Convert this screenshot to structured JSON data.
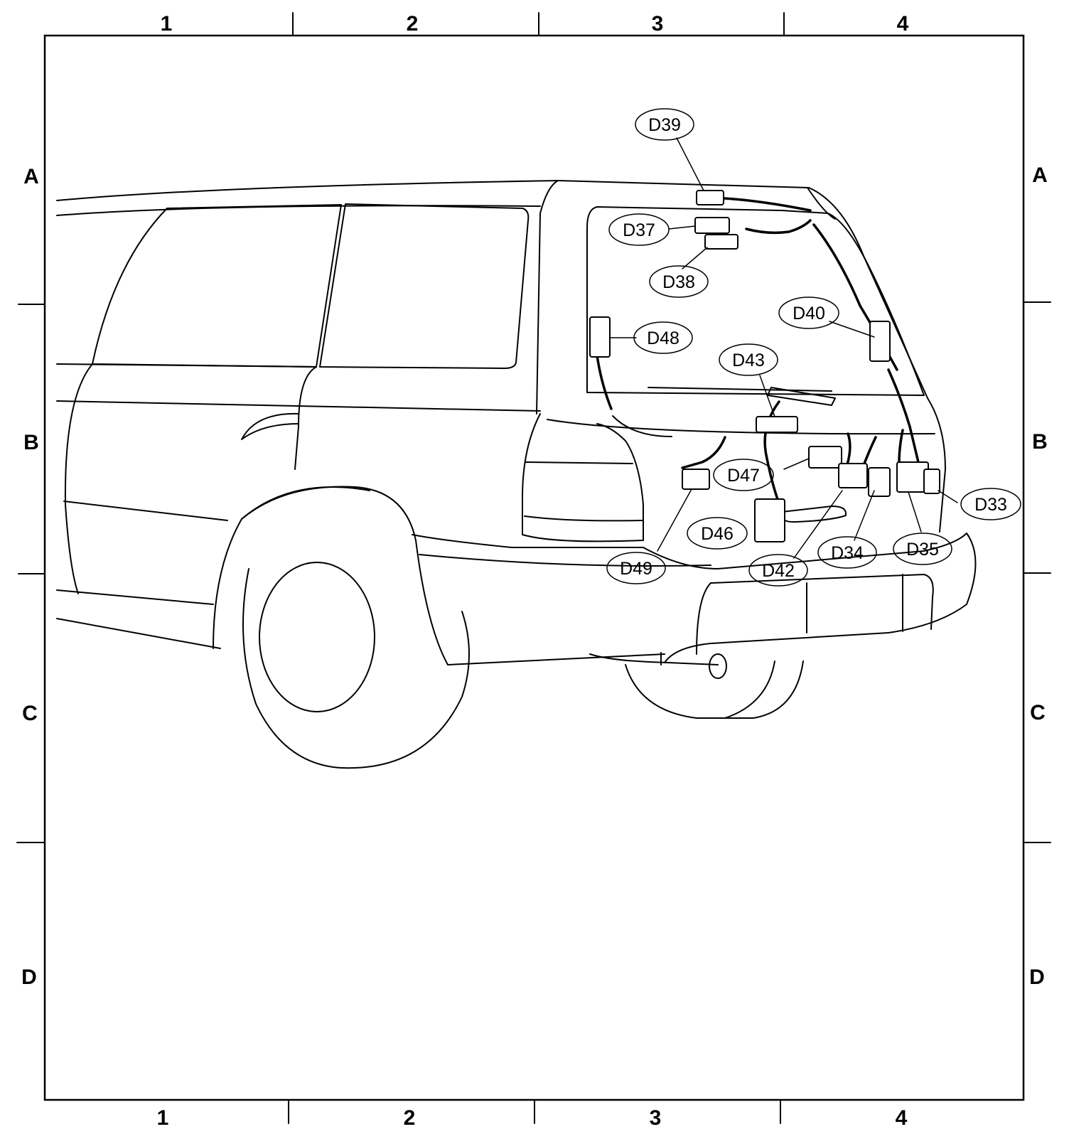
{
  "grid": {
    "columns": [
      "1",
      "2",
      "3",
      "4"
    ],
    "rows": [
      "A",
      "B",
      "C",
      "D"
    ]
  },
  "connectors": [
    {
      "id": "D39",
      "label": "D39"
    },
    {
      "id": "D37",
      "label": "D37"
    },
    {
      "id": "D38",
      "label": "D38"
    },
    {
      "id": "D40",
      "label": "D40"
    },
    {
      "id": "D48",
      "label": "D48"
    },
    {
      "id": "D43",
      "label": "D43"
    },
    {
      "id": "D47",
      "label": "D47"
    },
    {
      "id": "D33",
      "label": "D33"
    },
    {
      "id": "D46",
      "label": "D46"
    },
    {
      "id": "D49",
      "label": "D49"
    },
    {
      "id": "D42",
      "label": "D42"
    },
    {
      "id": "D34",
      "label": "D34"
    },
    {
      "id": "D35",
      "label": "D35"
    }
  ],
  "colors": {
    "ink": "#000000",
    "paper": "#ffffff"
  }
}
